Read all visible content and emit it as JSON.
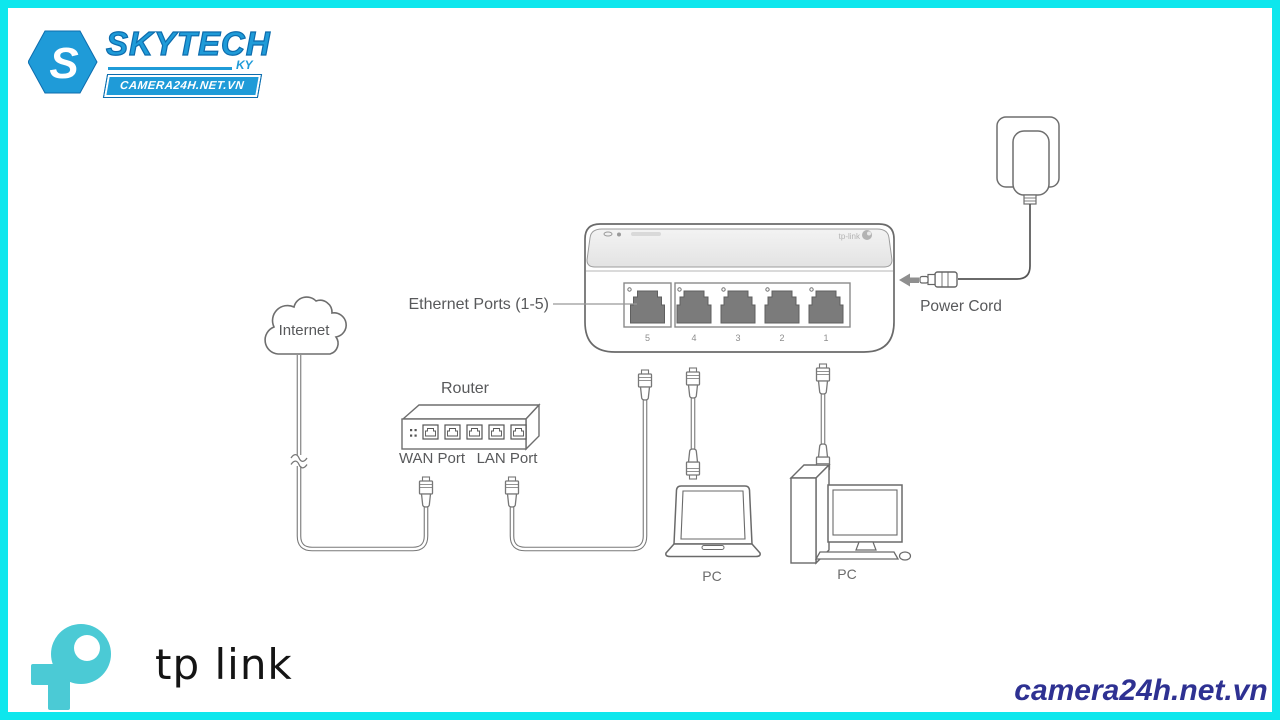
{
  "page": {
    "border_color": "#0DE7ED"
  },
  "header_logo": {
    "monogram": "S",
    "brand": "SKYTECH",
    "sub_brand": "KY",
    "banner": "CAMERA24H.NET.VN",
    "blue": "#1F9BD8"
  },
  "diagram": {
    "internet": {
      "label": "Internet"
    },
    "router": {
      "label": "Router",
      "wan_label": "WAN Port",
      "lan_label": "LAN Port"
    },
    "switch": {
      "ports_label": "Ethernet Ports (1-5)",
      "port_numbers": [
        "5",
        "4",
        "3",
        "2",
        "1"
      ],
      "brand_mark": "tp-link"
    },
    "power": {
      "label": "Power Cord"
    },
    "computers": {
      "laptop_label": "PC",
      "desktop_label": "PC"
    }
  },
  "footer": {
    "wordmark": "tp link",
    "website": "camera24h.net.vn",
    "teal": "#4BCAD5",
    "navy": "#2E3192"
  }
}
